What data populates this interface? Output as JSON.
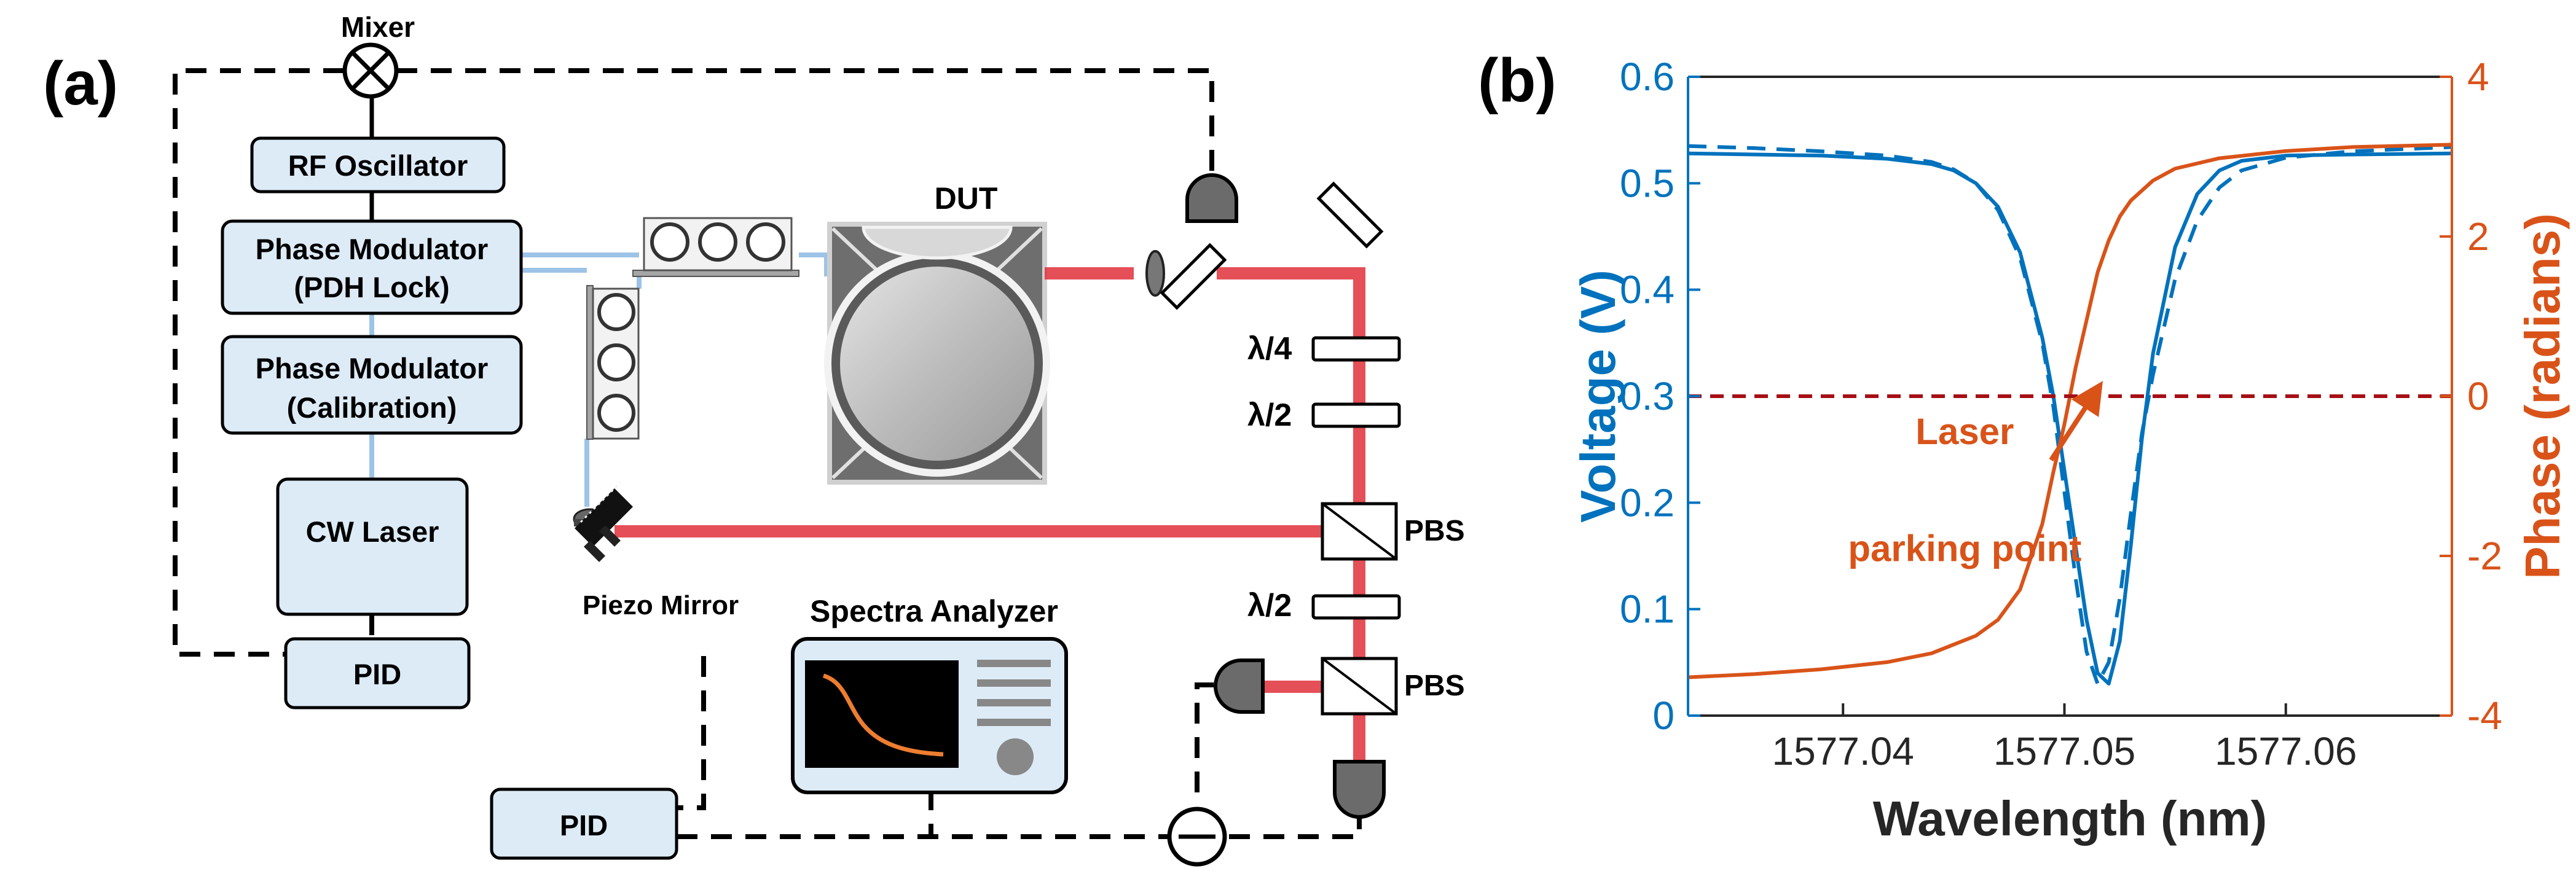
{
  "panel_a": {
    "label": "(a)",
    "mixer": "Mixer",
    "rf_oscillator": "RF Oscillator",
    "pm_pdh_line1": "Phase Modulator",
    "pm_pdh_line2": "(PDH Lock)",
    "pm_cal_line1": "Phase Modulator",
    "pm_cal_line2": "(Calibration)",
    "cw_laser": "CW Laser",
    "pid_left": "PID",
    "pid_bottom": "PID",
    "dut": "DUT",
    "piezo_mirror": "Piezo Mirror",
    "spectra_analyzer": "Spectra Analyzer",
    "qwp": "λ/4",
    "hwp1": "λ/2",
    "hwp2": "λ/2",
    "pbs1": "PBS",
    "pbs2": "PBS",
    "colors": {
      "box_fill": "#DDEBF7",
      "fiber": "#9DC3E6",
      "beam": "#E0303A"
    }
  },
  "panel_b": {
    "label": "(b)",
    "annotation_line1": "Laser",
    "annotation_line2": "parking point",
    "chart_data": {
      "type": "line",
      "xlabel": "Wavelength (nm)",
      "ylabel_left": "Voltage (V)",
      "ylabel_right": "Phase (radians)",
      "xlim": [
        1577.033,
        1577.0675
      ],
      "ylim_left": [
        0,
        0.6
      ],
      "ylim_right": [
        -4,
        4
      ],
      "x_ticks": [
        "1577.04",
        "1577.05",
        "1577.06"
      ],
      "x_tick_values": [
        1577.04,
        1577.05,
        1577.06
      ],
      "y_left_ticks": [
        "0",
        "0.1",
        "0.2",
        "0.3",
        "0.4",
        "0.5",
        "0.6"
      ],
      "y_right_ticks": [
        "-4",
        "-2",
        "0",
        "2",
        "4"
      ],
      "grid": false,
      "series": [
        {
          "style": "solid",
          "axis": "left",
          "color": "#0072BD",
          "x": [
            1577.033,
            1577.036,
            1577.039,
            1577.042,
            1577.044,
            1577.045,
            1577.046,
            1577.047,
            1577.048,
            1577.049,
            1577.0495,
            1577.05,
            1577.0505,
            1577.051,
            1577.0515,
            1577.052,
            1577.0525,
            1577.053,
            1577.0535,
            1577.054,
            1577.055,
            1577.056,
            1577.057,
            1577.058,
            1577.06,
            1577.063,
            1577.0675
          ],
          "y": [
            0.528,
            0.527,
            0.526,
            0.523,
            0.518,
            0.512,
            0.5,
            0.478,
            0.435,
            0.355,
            0.3,
            0.23,
            0.16,
            0.09,
            0.04,
            0.03,
            0.07,
            0.16,
            0.26,
            0.34,
            0.44,
            0.49,
            0.512,
            0.521,
            0.526,
            0.527,
            0.528
          ]
        },
        {
          "style": "dashed",
          "axis": "left",
          "color": "#0072BD",
          "x": [
            1577.033,
            1577.036,
            1577.039,
            1577.042,
            1577.044,
            1577.045,
            1577.046,
            1577.047,
            1577.048,
            1577.049,
            1577.0495,
            1577.05,
            1577.0505,
            1577.051,
            1577.0515,
            1577.052,
            1577.0525,
            1577.053,
            1577.0535,
            1577.054,
            1577.055,
            1577.056,
            1577.057,
            1577.058,
            1577.06,
            1577.063,
            1577.0675
          ],
          "y": [
            0.535,
            0.533,
            0.53,
            0.526,
            0.52,
            0.513,
            0.5,
            0.475,
            0.43,
            0.35,
            0.29,
            0.21,
            0.13,
            0.06,
            0.03,
            0.05,
            0.11,
            0.19,
            0.265,
            0.32,
            0.41,
            0.465,
            0.496,
            0.512,
            0.524,
            0.53,
            0.534
          ]
        },
        {
          "style": "solid",
          "axis": "right",
          "color": "#D95319",
          "x": [
            1577.033,
            1577.036,
            1577.039,
            1577.042,
            1577.044,
            1577.046,
            1577.047,
            1577.048,
            1577.049,
            1577.0495,
            1577.05,
            1577.0505,
            1577.051,
            1577.0515,
            1577.052,
            1577.0525,
            1577.053,
            1577.054,
            1577.055,
            1577.057,
            1577.06,
            1577.063,
            1577.0675
          ],
          "y": [
            -3.52,
            -3.48,
            -3.42,
            -3.33,
            -3.22,
            -3.0,
            -2.8,
            -2.42,
            -1.6,
            -0.95,
            -0.35,
            0.35,
            0.95,
            1.55,
            1.95,
            2.25,
            2.45,
            2.7,
            2.85,
            2.98,
            3.07,
            3.12,
            3.15
          ]
        },
        {
          "style": "dashed",
          "axis": "right",
          "color": "#A50F15",
          "x": [
            1577.033,
            1577.0675
          ],
          "y": [
            0,
            0
          ]
        }
      ]
    }
  }
}
